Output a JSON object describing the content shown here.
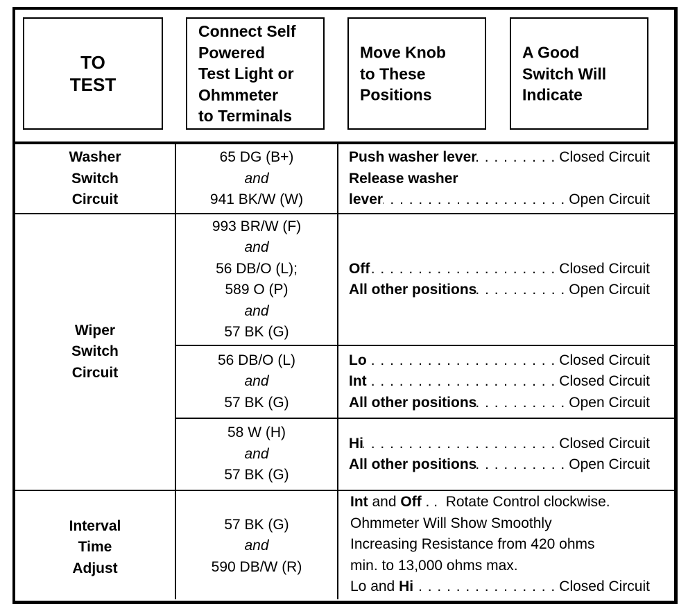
{
  "headers": {
    "to_test": [
      "TO",
      "TEST"
    ],
    "connect": [
      "Connect Self",
      "Powered",
      "Test Light or",
      "Ohmmeter",
      "to Terminals"
    ],
    "move_knob": [
      "Move Knob",
      "to These",
      "Positions"
    ],
    "good_switch": [
      "A Good",
      "Switch Will",
      "Indicate"
    ]
  },
  "rows": {
    "washer": {
      "test": [
        "Washer",
        "Switch",
        "Circuit"
      ],
      "terminals": [
        "65 DG (B+)",
        "and",
        "941 BK/W (W)"
      ],
      "results": [
        {
          "label": "Push washer lever",
          "result": "Closed Circuit"
        },
        {
          "label": "Release washer",
          "result": ""
        },
        {
          "label": "lever",
          "result": "Open Circuit"
        }
      ]
    },
    "wiper": {
      "test": [
        "Wiper",
        "Switch",
        "Circuit"
      ],
      "sub": [
        {
          "terminals": [
            "993 BR/W (F)",
            "and",
            "56 DB/O (L);",
            "589 O (P)",
            "and",
            "57 BK (G)"
          ],
          "results": [
            {
              "label": "Off",
              "result": "Closed Circuit"
            },
            {
              "label": "All other positions",
              "result": "Open Circuit"
            }
          ]
        },
        {
          "terminals": [
            "56 DB/O (L)",
            "and",
            "57 BK (G)"
          ],
          "results": [
            {
              "label": "Lo",
              "result": "Closed Circuit"
            },
            {
              "label": "Int",
              "result": "Closed Circuit"
            },
            {
              "label": "All other positions",
              "result": "Open Circuit"
            }
          ]
        },
        {
          "terminals": [
            "58 W (H)",
            "and",
            "57 BK (G)"
          ],
          "results": [
            {
              "label": "Hi",
              "result": "Closed Circuit"
            },
            {
              "label": "All other positions",
              "result": "Open Circuit"
            }
          ]
        }
      ]
    },
    "interval": {
      "test": [
        "Interval",
        "Time",
        "Adjust"
      ],
      "terminals": [
        "57 BK (G)",
        "and",
        "590 DB/W (R)"
      ],
      "line1": {
        "b1": "Int",
        "t1": " and ",
        "b2": "Off",
        "t2": " . .  Rotate Control clockwise."
      },
      "text_lines": [
        "Ohmmeter Will Show Smoothly",
        "Increasing Resistance from 420 ohms",
        "min. to 13,000 ohms max."
      ],
      "last": {
        "t1": "Lo and ",
        "b1": "Hi",
        "result": "Closed Circuit"
      }
    }
  }
}
